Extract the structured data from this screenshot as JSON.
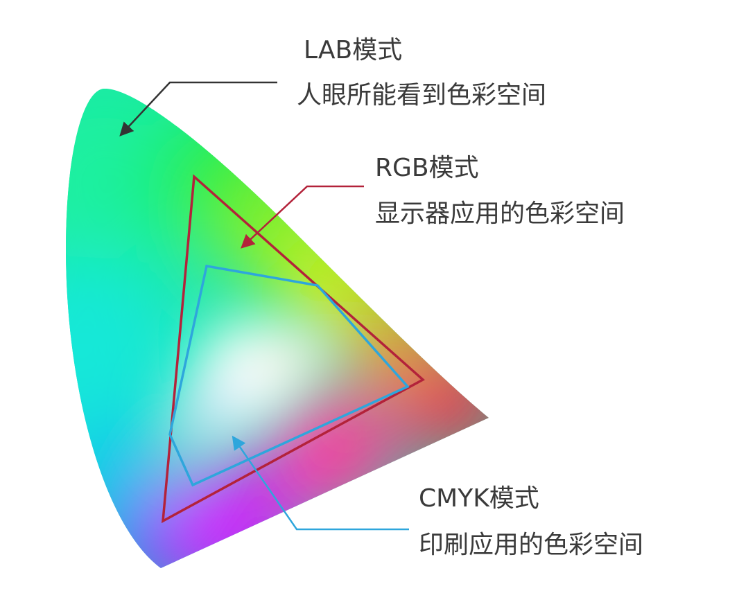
{
  "diagram": {
    "gamuts": [
      {
        "id": "lab",
        "title": "LAB模式",
        "description": "人眼所能看到色彩空间",
        "color": "#333333"
      },
      {
        "id": "rgb",
        "title": "RGB模式",
        "description": "显示器应用的色彩空间",
        "color": "#b3223a"
      },
      {
        "id": "cmyk",
        "title": "CMYK模式",
        "description": "印刷应用的色彩空间",
        "color": "#2ea6dc"
      }
    ]
  }
}
